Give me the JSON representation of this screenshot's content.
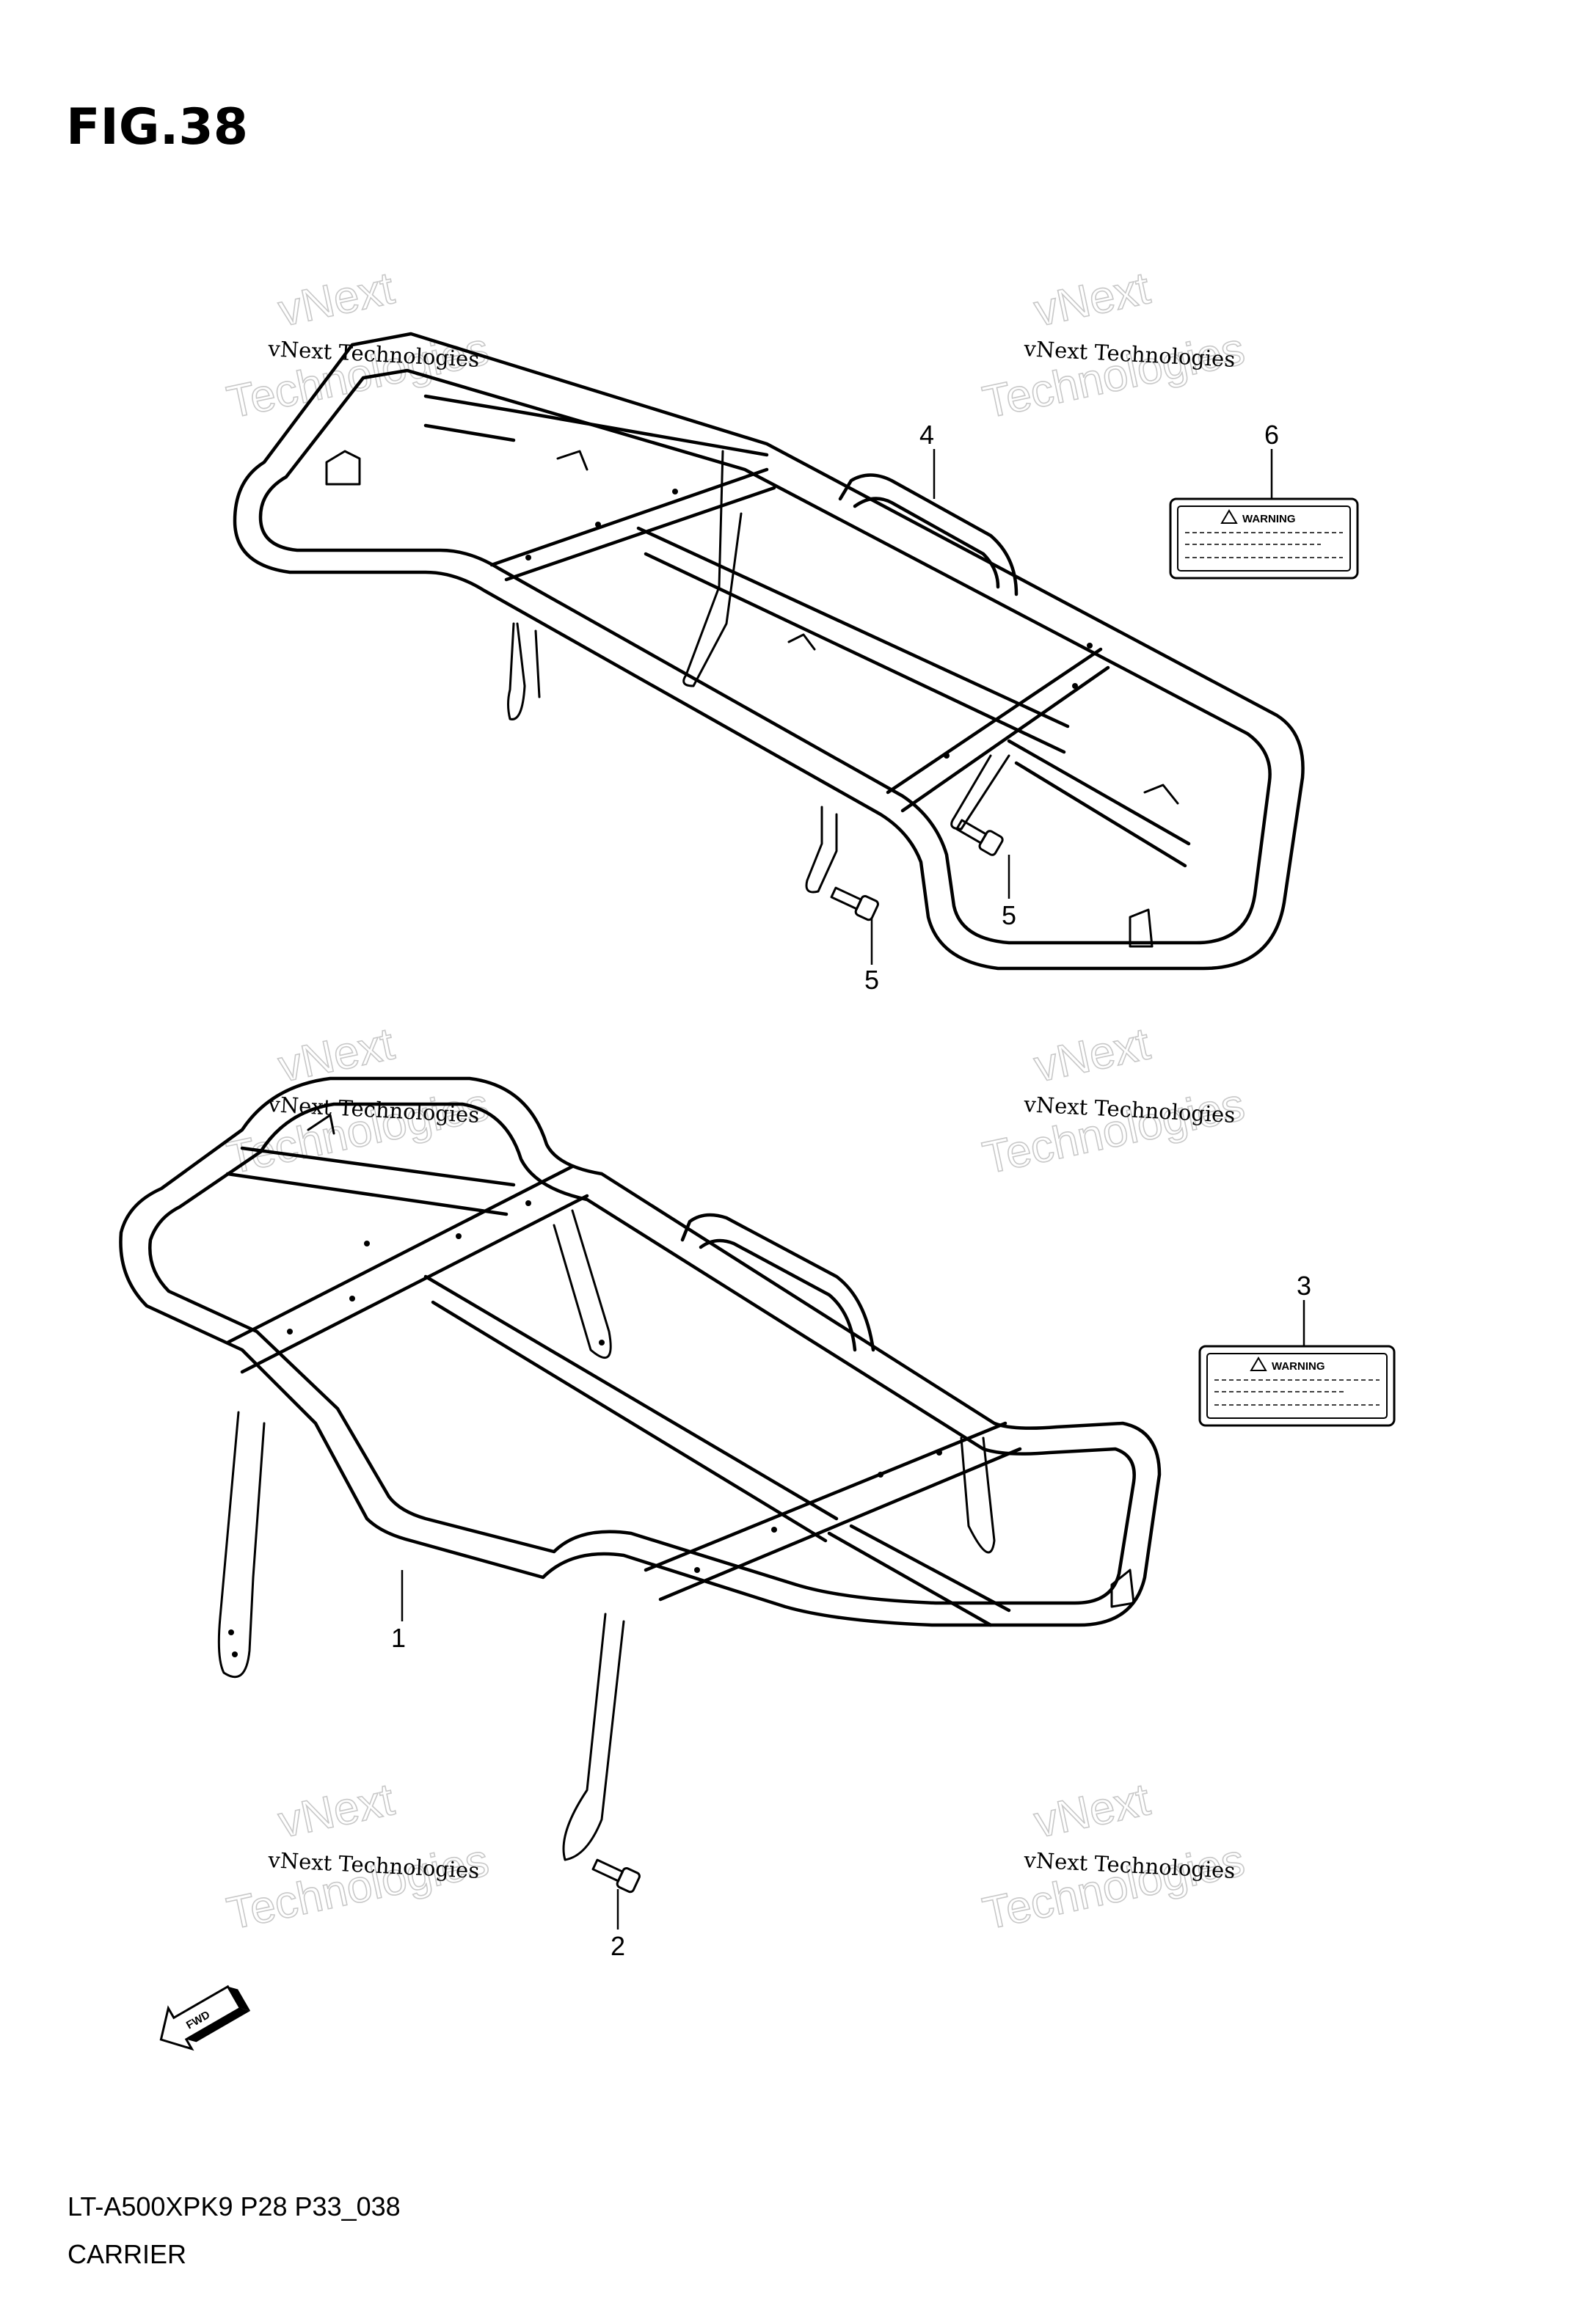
{
  "figure": {
    "title": "FIG.38",
    "model_code": "LT-A500XPK9 P28 P33_038",
    "section_name": "CARRIER"
  },
  "callouts": [
    "4",
    "6",
    "5",
    "5",
    "3",
    "1",
    "2"
  ],
  "warning_labels": [
    {
      "callout": "6",
      "heading": "WARNING"
    },
    {
      "callout": "3",
      "heading": "WARNING"
    }
  ],
  "direction_marker": {
    "text": "FWD"
  },
  "watermarks": [
    {
      "line1": "vNext Technologies",
      "line2": "vNext",
      "line3": "Technologies"
    },
    {
      "line1": "vNext Technologies",
      "line2": "vNext",
      "line3": "Technologies"
    },
    {
      "line1": "vNext Technologies",
      "line2": "vNext",
      "line3": "Technologies"
    },
    {
      "line1": "vNext Technologies",
      "line2": "vNext",
      "line3": "Technologies"
    },
    {
      "line1": "vNext Technologies",
      "line2": "vNext",
      "line3": "Technologies"
    },
    {
      "line1": "vNext Technologies",
      "line2": "vNext",
      "line3": "Technologies"
    }
  ],
  "colors": {
    "ink": "#000000",
    "paper": "#ffffff",
    "watermark": "#c8c8c8"
  }
}
